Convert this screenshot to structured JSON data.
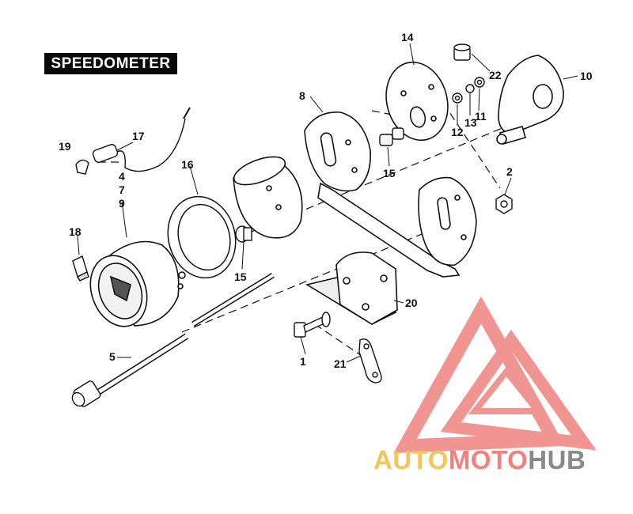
{
  "title": "SPEEDOMETER",
  "callouts": [
    "1",
    "2",
    "4",
    "5",
    "7",
    "8",
    "9",
    "10",
    "11",
    "12",
    "13",
    "14",
    "15",
    "15",
    "16",
    "17",
    "18",
    "19",
    "20",
    "21",
    "22"
  ],
  "watermark": {
    "part1": "AUTO",
    "part2": "MOTO",
    "part3": "HUB"
  },
  "colors": {
    "logo_red": "#f08a87",
    "logo_yellow": "#f6c25c",
    "logo_gray": "#8a8a8a",
    "line": "#111111"
  },
  "icons": [
    "speedometer-head-icon",
    "speedometer-cable-icon",
    "mounting-bracket-icon",
    "cup-icon",
    "gasket-icon",
    "cover-icon",
    "bulb-icon",
    "socket-icon",
    "bolt-icon",
    "nut-icon",
    "clip-icon",
    "automotohub-logo-icon"
  ]
}
